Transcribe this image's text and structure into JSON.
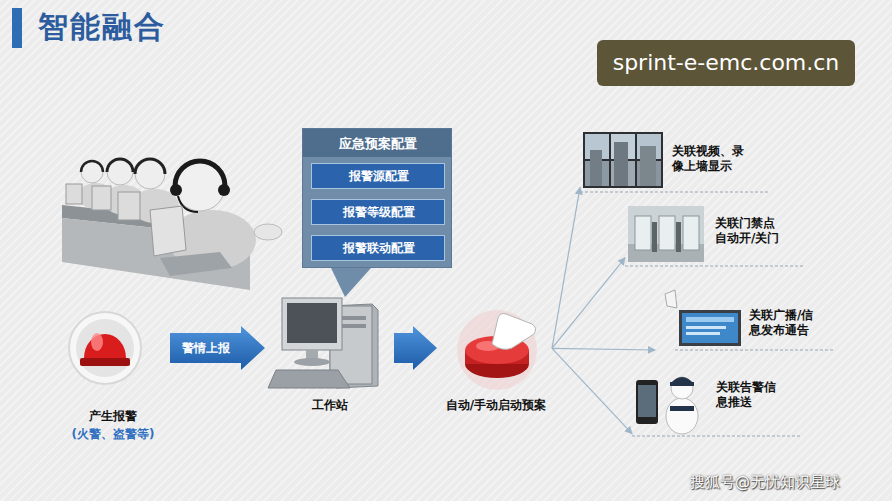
{
  "diagram": {
    "title": "智能融合",
    "nodes": [
      {
        "text": [
          "产生报警",
          "(火警、盗警等)"
        ]
      },
      {
        "text": [
          "应急预案配置"
        ]
      },
      {
        "text": [
          "报警源配置"
        ],
        "in": 1
      },
      {
        "text": [
          "报警等级配置"
        ],
        "in": 1
      },
      {
        "text": [
          "报警联动配置"
        ],
        "in": 1
      },
      {
        "text": [
          "工作站"
        ]
      },
      {
        "text": [
          "自动/手动启动预案"
        ]
      },
      {
        "text": [
          "关联视频、录像上墙显示"
        ]
      },
      {
        "text": [
          "关联门禁点自动开/关门"
        ]
      },
      {
        "text": [
          "关联广播/信息发布通告"
        ]
      },
      {
        "text": [
          "关联告警信息推送"
        ]
      }
    ],
    "edges": [
      {
        "from": 0,
        "to": 5,
        "label": "警情上报",
        "arrow": "to"
      },
      {
        "from": 5,
        "to": 6,
        "arrow": "to"
      },
      {
        "from": 6,
        "to": 7,
        "arrow": "to"
      },
      {
        "from": 6,
        "to": 8,
        "arrow": "to"
      },
      {
        "from": 6,
        "to": 9,
        "arrow": "to"
      },
      {
        "from": 6,
        "to": 10,
        "arrow": "to"
      }
    ],
    "labels": [
      "sprint-e-emc.com.cn",
      "搜狐号@无忧知识星球"
    ]
  }
}
